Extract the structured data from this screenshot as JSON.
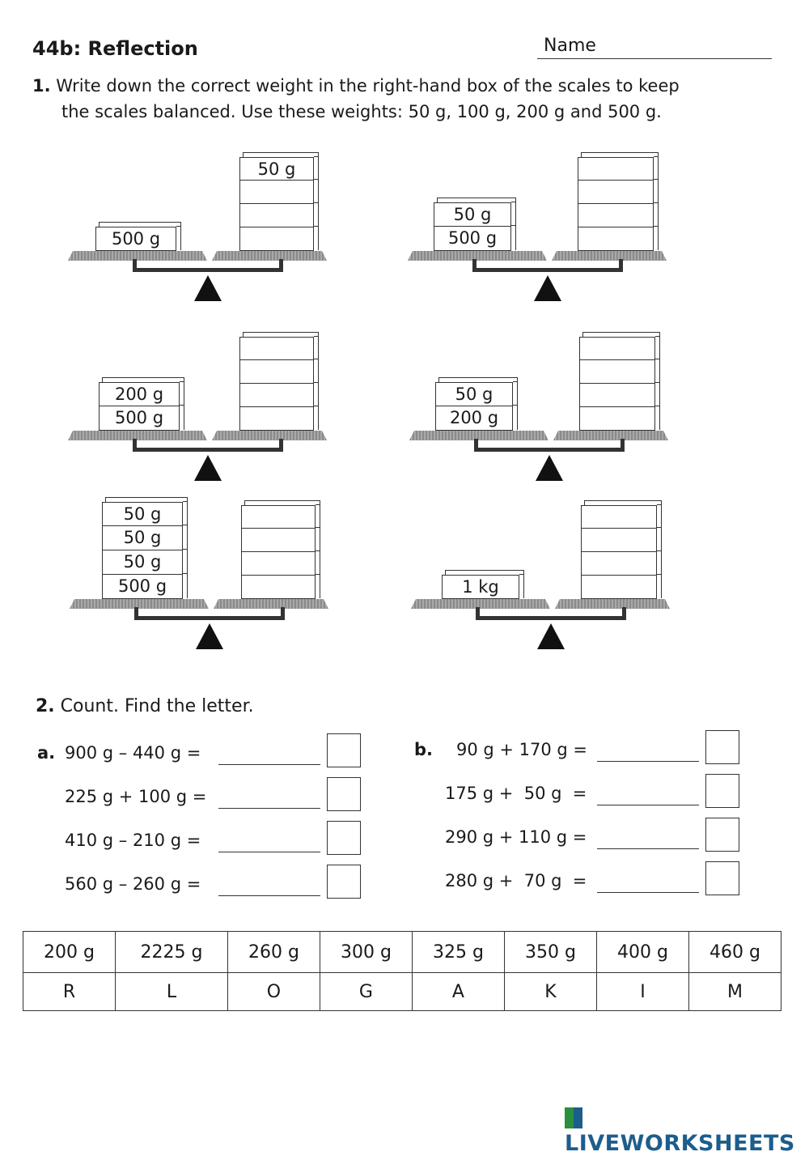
{
  "header": {
    "title": "44b: Reflection",
    "name_label": "Name"
  },
  "question1": {
    "number": "1.",
    "text_line1": "Write down the correct weight in the right-hand box of the scales to keep",
    "text_line2": "the scales balanced. Use these weights: 50 g, 100 g, 200 g and 500 g.",
    "scales": [
      {
        "left": [
          "500 g"
        ],
        "right": [
          "50 g",
          "",
          "",
          ""
        ]
      },
      {
        "left": [
          "50 g",
          "500 g"
        ],
        "right": [
          "",
          "",
          "",
          ""
        ]
      },
      {
        "left": [
          "200 g",
          "500 g"
        ],
        "right": [
          "",
          "",
          "",
          ""
        ]
      },
      {
        "left": [
          "50 g",
          "200 g"
        ],
        "right": [
          "",
          "",
          "",
          ""
        ]
      },
      {
        "left": [
          "50 g",
          "50 g",
          "50 g",
          "500 g"
        ],
        "right": [
          "",
          "",
          "",
          ""
        ]
      },
      {
        "left": [
          "1 kg"
        ],
        "right": [
          "",
          "",
          "",
          ""
        ]
      }
    ]
  },
  "question2": {
    "number": "2.",
    "text": "Count. Find the letter.",
    "a_label": "a.",
    "b_label": "b.",
    "a": [
      "900 g – 440 g =",
      "225 g + 100 g =",
      "410 g – 210 g =",
      "560 g – 260 g ="
    ],
    "b": [
      "90 g + 170 g =",
      "175 g +  50 g  =",
      "290 g + 110 g =",
      "280 g +  70 g  ="
    ]
  },
  "key_table": {
    "weights": [
      "200 g",
      "2225 g",
      "260 g",
      "300 g",
      "325 g",
      "350 g",
      "400 g",
      "460 g"
    ],
    "letters": [
      "R",
      "L",
      "O",
      "G",
      "A",
      "K",
      "I",
      "M"
    ]
  },
  "footer": {
    "logo_text": "LIVEWORKSHEETS"
  }
}
